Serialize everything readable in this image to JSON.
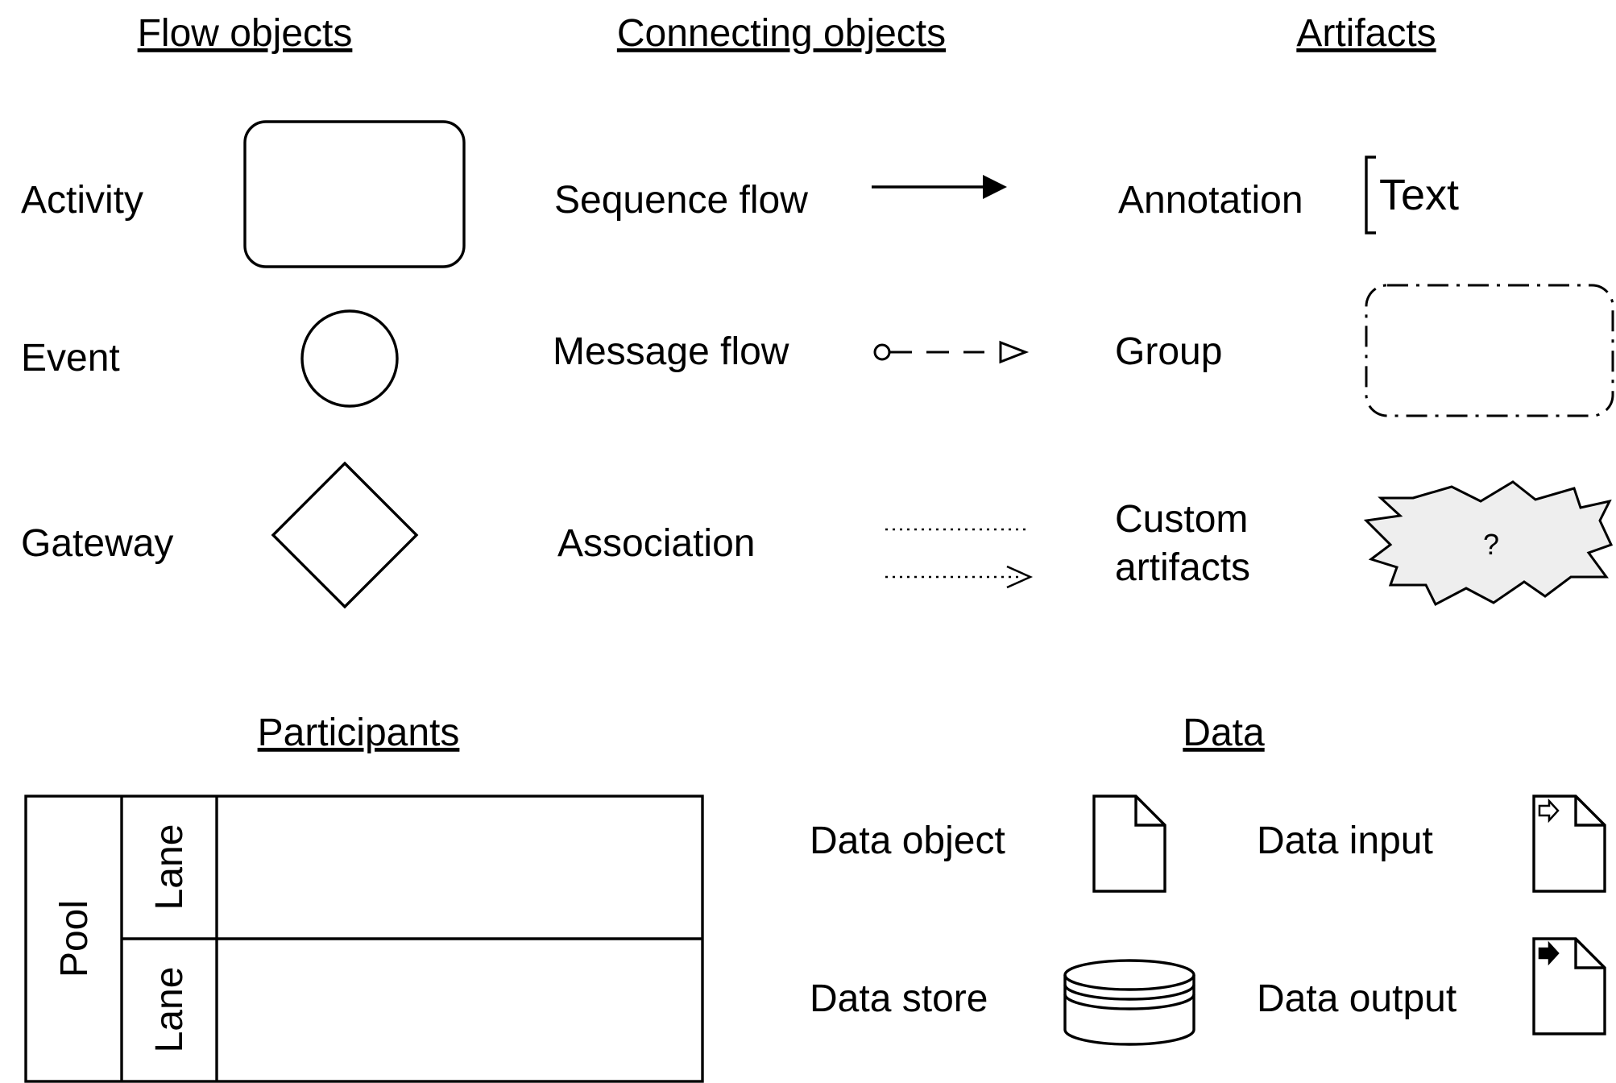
{
  "headings": {
    "flow_objects": "Flow objects",
    "connecting_objects": "Connecting objects",
    "artifacts": "Artifacts",
    "participants": "Participants",
    "data": "Data"
  },
  "flow_objects": {
    "activity": "Activity",
    "event": "Event",
    "gateway": "Gateway"
  },
  "connecting_objects": {
    "sequence_flow": "Sequence flow",
    "message_flow": "Message flow",
    "association": "Association"
  },
  "artifacts": {
    "annotation": "Annotation",
    "annotation_text": "Text",
    "group": "Group",
    "custom_line1": "Custom",
    "custom_line2": "artifacts",
    "custom_symbol": "?"
  },
  "participants": {
    "pool": "Pool",
    "lane_top": "Lane",
    "lane_bottom": "Lane"
  },
  "data": {
    "data_object": "Data object",
    "data_input": "Data input",
    "data_store": "Data store",
    "data_output": "Data output"
  },
  "colors": {
    "stroke": "#000000",
    "background": "#ffffff",
    "custom_fill": "#eeeeee"
  },
  "icons": [
    "rounded-rect-activity-icon",
    "circle-event-icon",
    "diamond-gateway-icon",
    "arrow-icon",
    "document-icon",
    "cylinder-icon",
    "starburst-icon"
  ]
}
